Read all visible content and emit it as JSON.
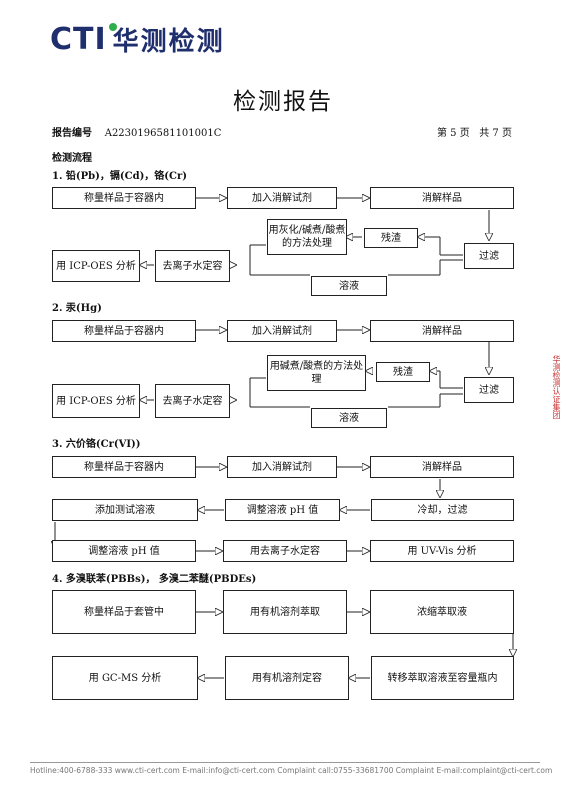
{
  "header": {
    "logo_latin": "CTI",
    "logo_cn": "华测检测"
  },
  "title": "检测报告",
  "meta": {
    "report_no_label": "报告编号",
    "report_no": "A2230196581101001C",
    "page_info": "第 5 页   共 7 页"
  },
  "process_title": "检测流程",
  "sections": [
    {
      "heading": "1.  铅(Pb)，镉(Cd)，铬(Cr)",
      "boxes": [
        "称量样品于容器内",
        "加入消解试剂",
        "消解样品",
        "用灰化/碱煮/酸煮的方法处理",
        "残渣",
        "过滤",
        "用 ICP-OES 分析",
        "去离子水定容",
        "溶液"
      ]
    },
    {
      "heading": "2.  汞(Hg)",
      "boxes": [
        "称量样品于容器内",
        "加入消解试剂",
        "消解样品",
        "用碱煮/酸煮的方法处理",
        "残渣",
        "过滤",
        "用 ICP-OES 分析",
        "去离子水定容",
        "溶液"
      ]
    },
    {
      "heading": "3.  六价铬(Cr(VI))",
      "boxes": [
        "称量样品于容器内",
        "加入消解试剂",
        "消解样品",
        "添加测试溶液",
        "调整溶液 pH 值",
        "冷却，过滤",
        "调整溶液 pH 值",
        "用去离子水定容",
        "用 UV-Vis 分析"
      ]
    },
    {
      "heading": "4.  多溴联苯(PBBs)，  多溴二苯醚(PBDEs)",
      "boxes": [
        "称量样品于套管中",
        "用有机溶剂萃取",
        "浓缩萃取液",
        "用 GC-MS 分析",
        "用有机溶剂定容",
        "转移萃取溶液至容量瓶内"
      ]
    }
  ],
  "footer": "Hotline:400-6788-333    www.cti-cert.com    E-mail:info@cti-cert.com    Complaint call:0755-33681700    Complaint E-mail:complaint@cti-cert.com",
  "stamp": "华测检测认证集团"
}
